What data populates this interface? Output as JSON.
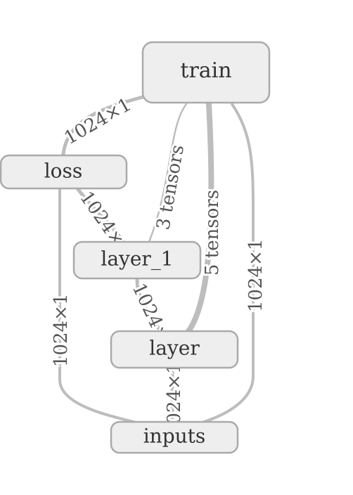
{
  "graph": {
    "nodes": {
      "train": "train",
      "loss": "loss",
      "layer_1": "layer_1",
      "layer": "layer",
      "inputs": "inputs"
    },
    "edges": {
      "train_loss": "1024×1",
      "train_layer1": "3 tensors",
      "train_layer": "5 tensors",
      "train_inputs": "1024×1",
      "loss_inputs": "1024×1",
      "loss_layer1": "1024×1",
      "layer1_layer": "1024×1",
      "layer_inputs": "1024×1"
    }
  },
  "colors": {
    "edge": "#bdbdbd",
    "node_fill": "#eeeeee",
    "node_stroke": "#aaaaaa",
    "text": "#333333"
  }
}
